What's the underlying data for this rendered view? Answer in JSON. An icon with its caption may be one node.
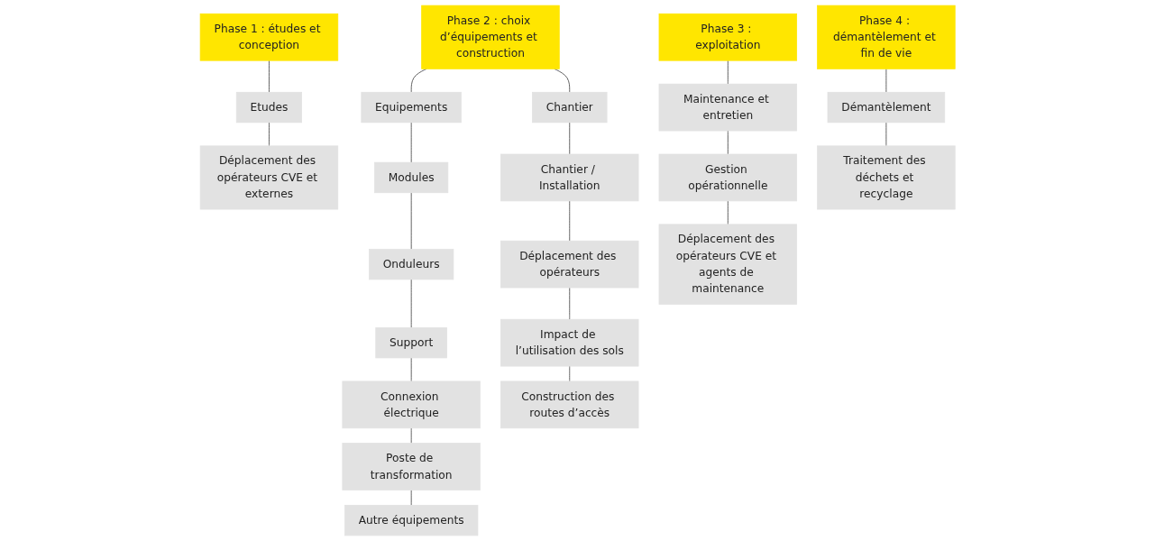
{
  "diagram": {
    "nodes": [
      {
        "text": [
          "Phase 1 : études et conception"
        ]
      },
      {
        "text": [
          "Etudes"
        ]
      },
      {
        "text": [
          "Déplacement des opérateurs CVE et externes"
        ]
      },
      {
        "text": [
          "Phase 2 : choix d’équipements et construction"
        ]
      },
      {
        "text": [
          "Equipements"
        ]
      },
      {
        "text": [
          "Modules"
        ]
      },
      {
        "text": [
          "Onduleurs"
        ]
      },
      {
        "text": [
          "Support"
        ]
      },
      {
        "text": [
          "Connexion électrique"
        ]
      },
      {
        "text": [
          "Poste de transformation"
        ]
      },
      {
        "text": [
          "Autre équipements"
        ]
      },
      {
        "text": [
          "Chantier"
        ]
      },
      {
        "text": [
          "Chantier / Installation"
        ]
      },
      {
        "text": [
          "Déplacement des opérateurs"
        ]
      },
      {
        "text": [
          "Impact de l’utilisation des sols"
        ]
      },
      {
        "text": [
          "Construction des routes d’accès"
        ]
      },
      {
        "text": [
          "Phase 3 : exploitation"
        ]
      },
      {
        "text": [
          "Maintenance et entretien"
        ]
      },
      {
        "text": [
          "Gestion opérationnelle"
        ]
      },
      {
        "text": [
          "Déplacement des opérateurs CVE et agents de maintenance"
        ]
      },
      {
        "text": [
          "Phase 4 : démantèlement et fin de vie"
        ]
      },
      {
        "text": [
          "Démantèlement"
        ]
      },
      {
        "text": [
          "Traitement des déchets et recyclage"
        ]
      }
    ],
    "edges": [
      {
        "from": 0,
        "to": 1,
        "arrow": "none"
      },
      {
        "from": 1,
        "to": 2,
        "arrow": "none"
      },
      {
        "from": 3,
        "to": 4,
        "arrow": "none"
      },
      {
        "from": 3,
        "to": 11,
        "arrow": "none"
      },
      {
        "from": 4,
        "to": 5,
        "arrow": "none"
      },
      {
        "from": 5,
        "to": 6,
        "arrow": "none"
      },
      {
        "from": 6,
        "to": 7,
        "arrow": "none"
      },
      {
        "from": 7,
        "to": 8,
        "arrow": "none"
      },
      {
        "from": 8,
        "to": 9,
        "arrow": "none"
      },
      {
        "from": 9,
        "to": 10,
        "arrow": "none"
      },
      {
        "from": 11,
        "to": 12,
        "arrow": "none"
      },
      {
        "from": 12,
        "to": 13,
        "arrow": "none"
      },
      {
        "from": 13,
        "to": 14,
        "arrow": "none"
      },
      {
        "from": 14,
        "to": 15,
        "arrow": "none"
      },
      {
        "from": 16,
        "to": 17,
        "arrow": "none"
      },
      {
        "from": 17,
        "to": 18,
        "arrow": "none"
      },
      {
        "from": 18,
        "to": 19,
        "arrow": "none"
      },
      {
        "from": 20,
        "to": 21,
        "arrow": "none"
      },
      {
        "from": 21,
        "to": 22,
        "arrow": "none"
      }
    ]
  }
}
